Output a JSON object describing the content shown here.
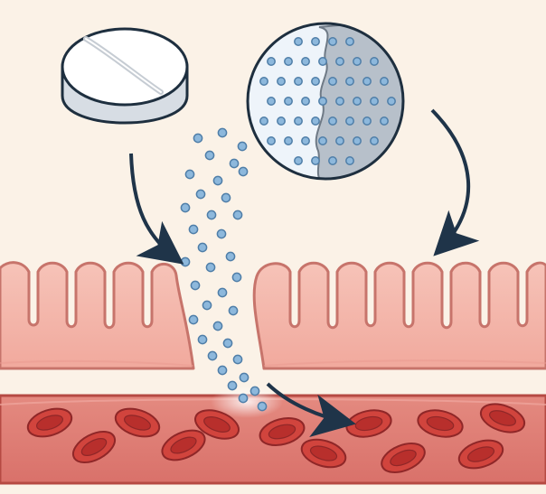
{
  "illustration": {
    "subject": "drug-absorption",
    "elements": [
      "pill",
      "magnified-particles",
      "intestinal-villi",
      "blood-vessel",
      "red-blood-cells",
      "absorption-arrows"
    ],
    "particle_count_label": "",
    "colors": {
      "background": "#fbf2e7",
      "outline": "#1e2f3f",
      "pill_face": "#ffffff",
      "pill_side": "#d7dde4",
      "particle_fill": "#8db8dc",
      "particle_stroke": "#4f7ea8",
      "villi_fill": "#f4b9ae",
      "villi_stroke": "#c7746b",
      "vessel_fill": "#dd7b72",
      "vessel_stroke": "#b64a43",
      "rbc_fill": "#d1443d",
      "rbc_inner": "#b82f2c",
      "arrow": "#1f3449"
    }
  }
}
